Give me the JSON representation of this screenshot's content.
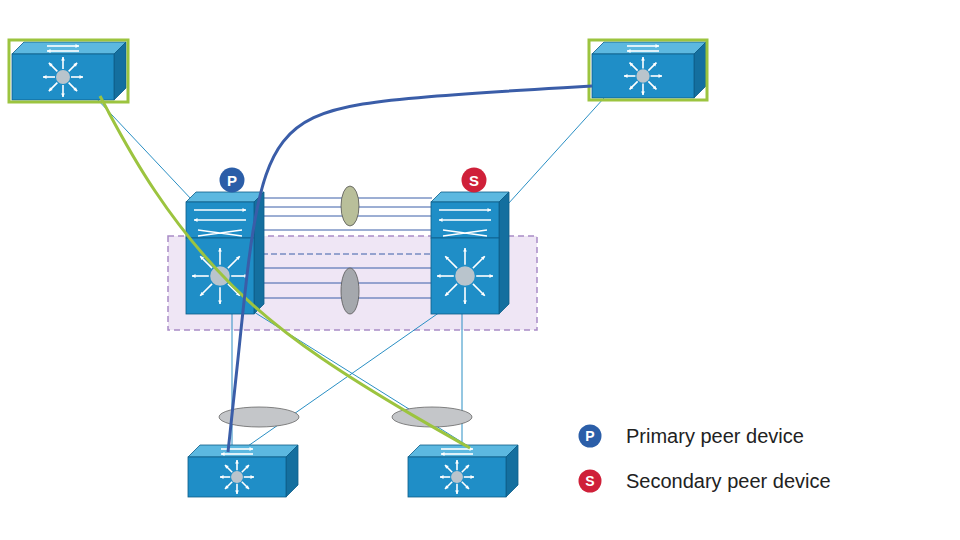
{
  "diagram": {
    "nodes": [
      {
        "text": [
          "P"
        ]
      },
      {
        "text": [
          "S"
        ]
      }
    ],
    "labels": [
      "P",
      "S"
    ],
    "legend": [
      {
        "text": "Primary peer device",
        "color": "#2b5ea8"
      },
      {
        "text": "Secondary peer device",
        "color": "#cf2039"
      }
    ]
  }
}
